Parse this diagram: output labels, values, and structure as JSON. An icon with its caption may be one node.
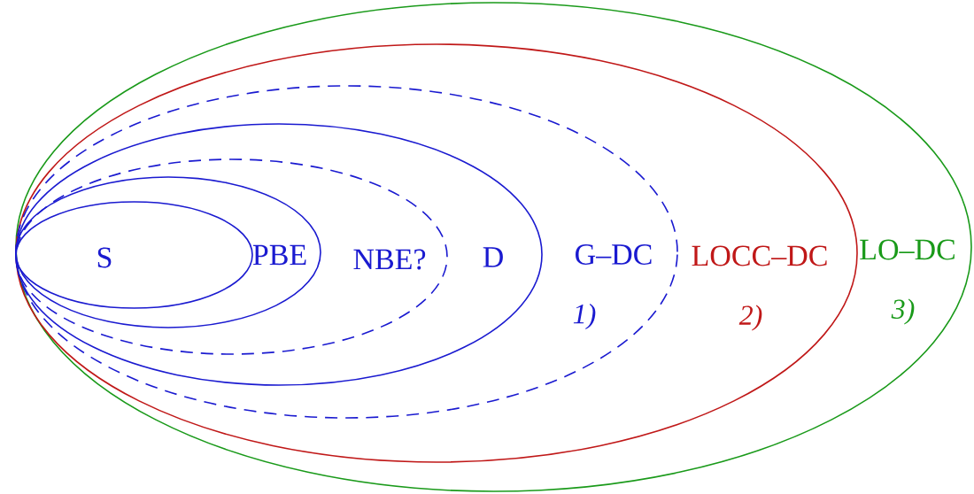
{
  "diagram": {
    "nodes": [
      {
        "text": [
          "LO–DC",
          "3)"
        ]
      },
      {
        "text": [
          "LOCC–DC",
          "2)"
        ],
        "in": 0
      },
      {
        "text": [
          "G–DC",
          "1)"
        ],
        "in": 1
      },
      {
        "text": [
          "D"
        ],
        "in": 2
      },
      {
        "text": [
          "NBE?"
        ],
        "in": 3
      },
      {
        "text": [
          "PBE"
        ],
        "in": 4
      },
      {
        "text": [
          "S"
        ],
        "in": 5
      }
    ]
  }
}
